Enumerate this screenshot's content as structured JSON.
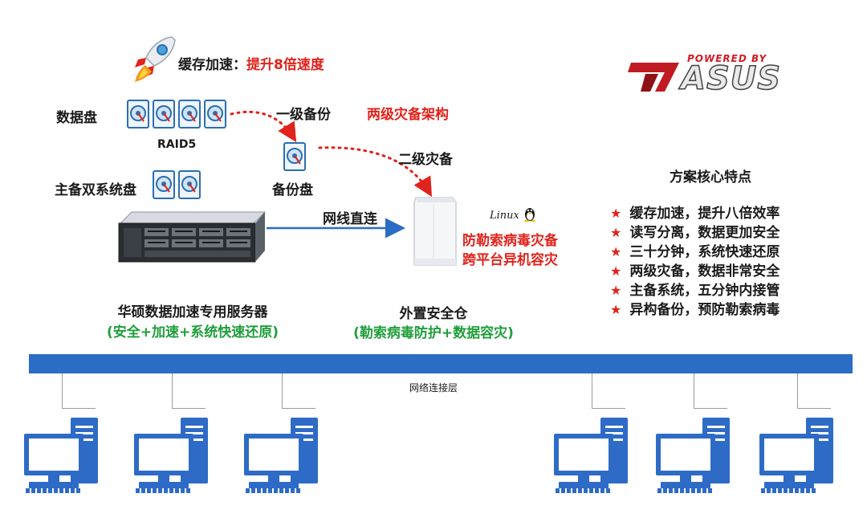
{
  "labels": {
    "cache_prefix": "缓存加速：",
    "cache_highlight": "提升8倍速度",
    "data_disk": "数据盘",
    "raid": "RAID5",
    "level1_backup": "一级备份",
    "two_level_arch": "两级灾备架构",
    "level2_dr": "二级灾备",
    "system_disk": "主备双系统盘",
    "backup_disk": "备份盘",
    "direct_link": "网线直连",
    "nas_line1": "防勒索病毒灾备",
    "nas_line2": "跨平台异机容灾",
    "server_title": "华硕数据加速专用服务器",
    "server_sub": "(安全+加速+系统快速还原)",
    "nas_title": "外置安全仓",
    "nas_sub": "(勒索病毒防护+数据容灾)",
    "network_layer": "网络连接层",
    "linux": "Linux",
    "powered_by": "POWERED BY",
    "brand": "ASUS"
  },
  "features": {
    "title": "方案核心特点",
    "items": [
      "缓存加速，提升八倍效率",
      "读写分离，数据更加安全",
      "三十分钟，系统快速还原",
      "两级灾备，数据非常安全",
      "主备系统，五分钟内接管",
      "异构备份，预防勒索病毒"
    ]
  },
  "colors": {
    "accent_red": "#e0231c",
    "accent_green": "#1e9e3a",
    "network_blue": "#2b6cc4",
    "pc_blue": "#2e6bc6"
  },
  "icons": [
    "rocket-icon",
    "hard-disk-icon",
    "server-icon",
    "nas-icon",
    "tux-icon",
    "computer-icon"
  ]
}
